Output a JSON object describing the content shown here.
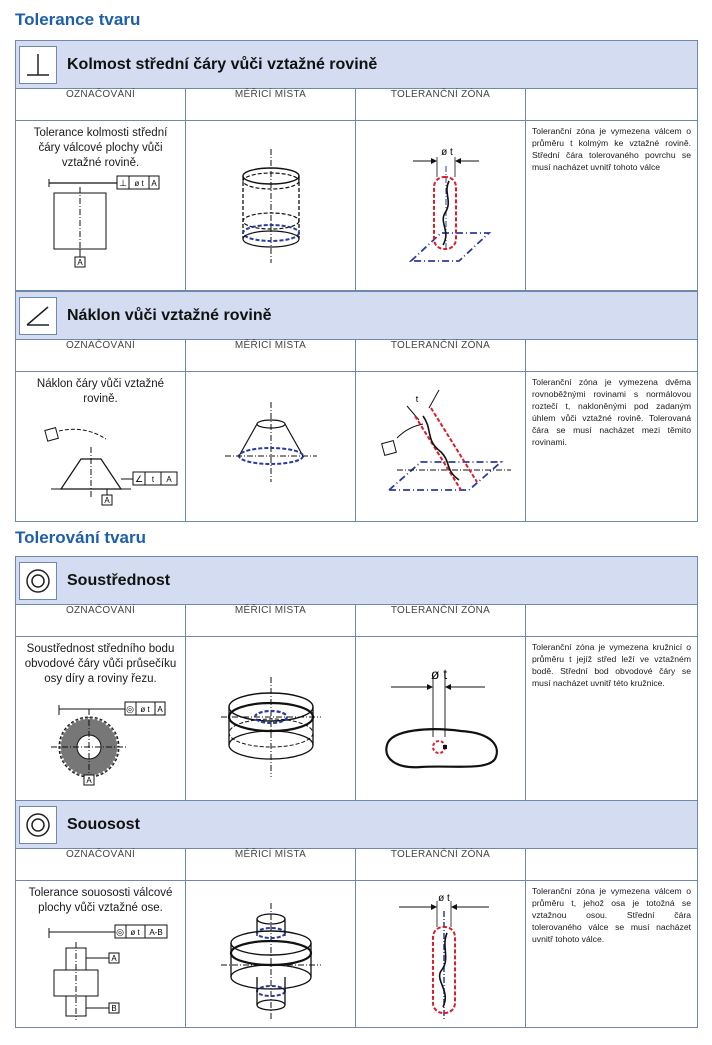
{
  "section1": {
    "title": "Tolerance tvaru"
  },
  "section2": {
    "title": "Tolerování tvaru"
  },
  "columns": {
    "c1": "OZNAČOVÁNÍ",
    "c2": "MĚŘICÍ MÍSTA",
    "c3": "TOLERANČNÍ ZÓNA"
  },
  "blocks": [
    {
      "title": "Kolmost střední čáry vůči vztažné rovině",
      "icon": "perpendicularity-icon",
      "caption": "Tolerance kolmosti střední čáry válcové plochy vůči vztažné rovině.",
      "frame": {
        "symbol": "⊥",
        "value": "ø t",
        "datum": "A"
      },
      "datum_label": "A",
      "zone_label": "ø t",
      "description": "Toleranční zóna je vymezena válcem o průměru t kolmým ke vztažné rovině. Střední čára tolerovaného povrchu se musí nacházet uvnitř tohoto válce"
    },
    {
      "title": "Náklon vůči vztažné rovině",
      "icon": "angularity-icon",
      "caption": "Náklon čáry vůči vztažné rovině.",
      "frame": {
        "symbol": "∠",
        "value": "t",
        "datum": "A"
      },
      "datum_label": "A",
      "zone_label": "t",
      "description": "Toleranční zóna je vymezena dvěma rovnoběžnými rovinami s normálovou roztečí t, nakloněnými pod zadaným úhlem vůči vztažné rovině. Tolerovaná čára se musí nacházet mezi těmito rovinami."
    },
    {
      "title": "Soustřednost",
      "icon": "concentricity-icon",
      "caption": "Soustřednost středního bodu obvodové čáry vůči průsečíku osy díry a roviny řezu.",
      "frame": {
        "symbol": "◎",
        "value": "ø t",
        "datum": "A"
      },
      "datum_label": "A",
      "zone_label": "ø t",
      "description": "Toleranční zóna je vymezena kružnicí o průměru t jejíž střed leží ve vztažném bodě. Střední bod obvodové čáry se musí nacházet uvnitř této kružnice."
    },
    {
      "title": "Souosost",
      "icon": "coaxiality-icon",
      "caption": "Tolerance souososti válcové plochy vůči vztažné ose.",
      "frame": {
        "symbol": "◎",
        "value": "ø t",
        "datum": "A-B"
      },
      "datum_label": "A",
      "datum_label2": "B",
      "zone_label": "ø t",
      "description": "Toleranční zóna je vymezena válcem o průměru t, jehož osa je totožná se vztažnou osou. Střední čára tolerovaného válce se musí nacházet uvnitř tohoto válce."
    }
  ]
}
